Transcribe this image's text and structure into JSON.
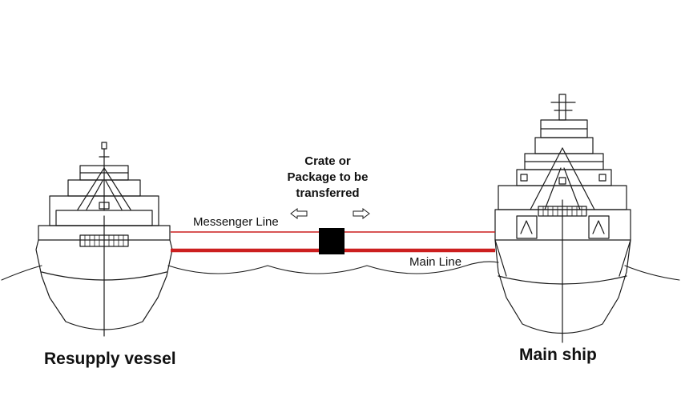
{
  "labels": {
    "resupply_vessel": "Resupply vessel",
    "main_ship": "Main ship",
    "messenger_line": "Messenger Line",
    "main_line": "Main Line",
    "crate_line1": "Crate or",
    "crate_line2": "Package to be",
    "crate_line3": "transferred"
  },
  "colors": {
    "rope": "#cc1f1f",
    "crate": "#000000",
    "outline": "#1a1a1a",
    "background": "#ffffff"
  },
  "icons": {
    "left_arrow": "hollow-left-arrow",
    "right_arrow": "hollow-right-arrow"
  }
}
